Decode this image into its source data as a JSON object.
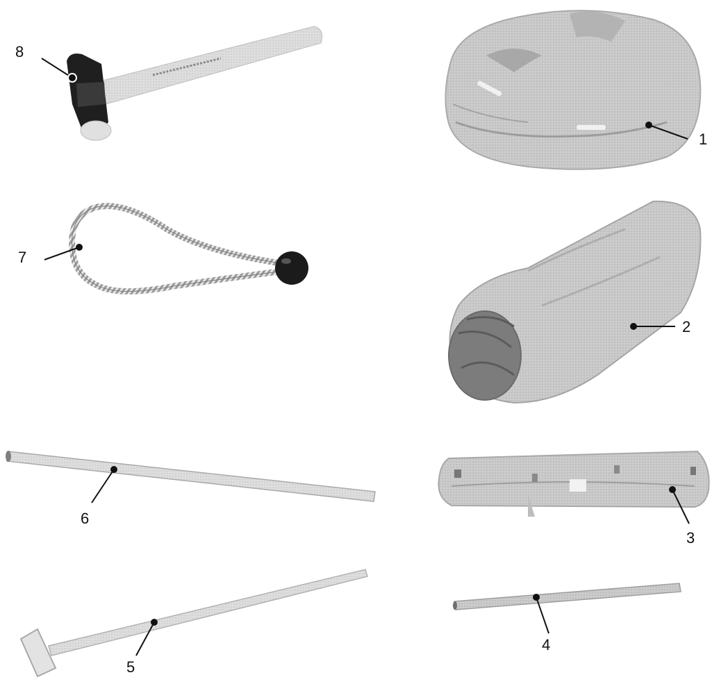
{
  "figure": {
    "description_labels": {
      "1": "1",
      "2": "2",
      "3": "3",
      "4": "4",
      "5": "5",
      "6": "6",
      "7": "7",
      "8": "8"
    },
    "items": [
      {
        "number": "1",
        "icon": "tent-bag-icon"
      },
      {
        "number": "2",
        "icon": "rolled-tent-icon"
      },
      {
        "number": "3",
        "icon": "rolled-groundsheet-icon"
      },
      {
        "number": "4",
        "icon": "short-pole-icon"
      },
      {
        "number": "5",
        "icon": "mallet-pole-icon"
      },
      {
        "number": "6",
        "icon": "long-pole-icon"
      },
      {
        "number": "7",
        "icon": "ball-bungee-icon"
      },
      {
        "number": "8",
        "icon": "hammer-icon"
      }
    ]
  }
}
